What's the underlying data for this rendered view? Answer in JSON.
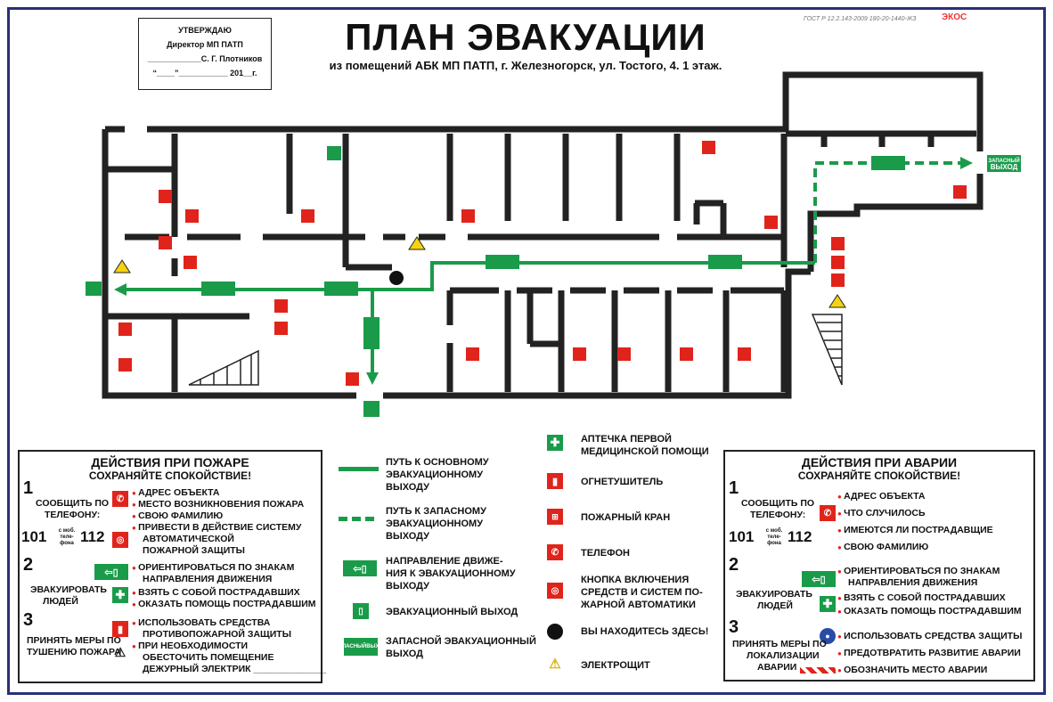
{
  "approve": {
    "l1": "УТВЕРЖДАЮ",
    "l2": "Директор МП ПАТП",
    "l3": "____________С. Г. Плотников",
    "l4": "“____”___________ 201__г."
  },
  "header": {
    "title": "ПЛАН ЭВАКУАЦИИ",
    "subtitle": "из помещений АБК МП ПАТП, г. Железногорск, ул. Тостого, 4. 1 этаж.",
    "gost": "ГОСТ Р 12.2.143-2009 180-20-1440-ЖЗ",
    "logo": "ЭКОС"
  },
  "plan_labels": {
    "reserve_exit_l1": "ЗАПАСНЫЙ",
    "reserve_exit_l2": "ВЫХОД"
  },
  "fire": {
    "title": "ДЕЙСТВИЯ ПРИ ПОЖАРЕ",
    "subtitle": "СОХРАНЯЙТЕ СПОКОЙСТВИЕ!",
    "s1_num": "1",
    "s1_label_l1": "СООБЩИТЬ ПО",
    "s1_label_l2": "ТЕЛЕФОНУ:",
    "s1_items": [
      "АДРЕС ОБЪЕКТА",
      "МЕСТО ВОЗНИКНОВЕНИЯ ПОЖАРА",
      "СВОЮ ФАМИЛИЮ",
      "ПРИВЕСТИ В ДЕЙСТВИЕ СИСТЕМУ"
    ],
    "s1_extra": [
      "АВТОМАТИЧЕСКОЙ",
      "ПОЖАРНОЙ ЗАЩИТЫ"
    ],
    "phone_a": "101",
    "phone_b": "112",
    "phone_note_l1": "с моб.",
    "phone_note_l2": "теле-",
    "phone_note_l3": "фона",
    "s2_num": "2",
    "s2_label_l1": "ЭВАКУИРОВАТЬ",
    "s2_label_l2": "ЛЮДЕЙ",
    "s2_items": [
      "ОРИЕНТИРОВАТЬСЯ ПО ЗНАКАМ",
      "ВЗЯТЬ С СОБОЙ ПОСТРАДАВШИХ",
      "ОКАЗАТЬ ПОМОЩЬ ПОСТРАДАВШИМ"
    ],
    "s2_extra": "НАПРАВЛЕНИЯ ДВИЖЕНИЯ",
    "s3_num": "3",
    "s3_label_l1": "ПРИНЯТЬ МЕРЫ ПО",
    "s3_label_l2": "ТУШЕНИЮ ПОЖАРА",
    "s3_items": [
      "ИСПОЛЬЗОВАТЬ СРЕДСТВА",
      "ПРИ НЕОБХОДИМОСТИ"
    ],
    "s3_extra": [
      "ПРОТИВОПОЖАРНОЙ ЗАЩИТЫ",
      "ОБЕСТОЧИТЬ ПОМЕЩЕНИЕ",
      "ДЕЖУРНЫЙ ЭЛЕКТРИК ______________"
    ]
  },
  "legend": {
    "main_path": [
      "ПУТЬ К ОСНОВНОМУ",
      "ЭВАКУАЦИОННОМУ",
      "ВЫХОДУ"
    ],
    "reserve_path": [
      "ПУТЬ К ЗАПАСНОМУ",
      "ЭВАКУАЦИОННОМУ",
      "ВЫХОДУ"
    ],
    "direction": [
      "НАПРАВЛЕНИЕ ДВИЖЕ-",
      "НИЯ К ЭВАКУАЦИОННОМУ",
      "ВЫХОДУ"
    ],
    "exit": "ЭВАКУАЦИОННЫЙ ВЫХОД",
    "reserve_exit": [
      "ЗАПАСНОЙ ЭВАКУАЦИОННЫЙ",
      "ВЫХОД"
    ],
    "first_aid": [
      "АПТЕЧКА ПЕРВОЙ",
      "МЕДИЦИНСКОЙ ПОМОЩИ"
    ],
    "extinguisher": "ОГНЕТУШИТЕЛЬ",
    "hydrant": "ПОЖАРНЫЙ КРАН",
    "phone": "ТЕЛЕФОН",
    "button": [
      "КНОПКА ВКЛЮЧЕНИЯ",
      "СРЕДСТВ И СИСТЕМ ПО-",
      "ЖАРНОЙ АВТОМАТИКИ"
    ],
    "you_are_here": "ВЫ НАХОДИТЕСЬ ЗДЕСЬ!",
    "panel": "ЭЛЕКТРОЩИТ"
  },
  "accident": {
    "title": "ДЕЙСТВИЯ ПРИ АВАРИИ",
    "subtitle": "СОХРАНЯЙТЕ СПОКОЙСТВИЕ!",
    "s1_num": "1",
    "s1_label_l1": "СООБЩИТЬ ПО",
    "s1_label_l2": "ТЕЛЕФОНУ:",
    "s1_items": [
      "АДРЕС ОБЪЕКТА",
      "ЧТО СЛУЧИЛОСЬ",
      "ИМЕЮТСЯ ЛИ ПОСТРАДАВЩИЕ",
      "СВОЮ ФАМИЛИЮ"
    ],
    "phone_a": "101",
    "phone_b": "112",
    "s2_num": "2",
    "s2_label_l1": "ЭВАКУИРОВАТЬ",
    "s2_label_l2": "ЛЮДЕЙ",
    "s2_items": [
      "ОРИЕНТИРОВАТЬСЯ ПО ЗНАКАМ",
      "ВЗЯТЬ С СОБОЙ ПОСТРАДАВШИХ",
      "ОКАЗАТЬ ПОМОЩЬ ПОСТРАДАВШИМ"
    ],
    "s2_extra": "НАПРАВЛЕНИЯ ДВИЖЕНИЯ",
    "s3_num": "3",
    "s3_label_l1": "ПРИНЯТЬ МЕРЫ ПО",
    "s3_label_l2": "ЛОКАЛИЗАЦИИ",
    "s3_label_l3": "АВАРИИ",
    "s3_items": [
      "ИСПОЛЬЗОВАТЬ СРЕДСТВА ЗАЩИТЫ",
      "ПРЕДОТВРАТИТЬ РАЗВИТИЕ АВАРИИ",
      "ОБОЗНАЧИТЬ МЕСТО АВАРИИ"
    ]
  },
  "colors": {
    "green": "#1a9b4a",
    "red": "#e0241b",
    "wall": "#222222",
    "frame": "#2a2f7a"
  }
}
